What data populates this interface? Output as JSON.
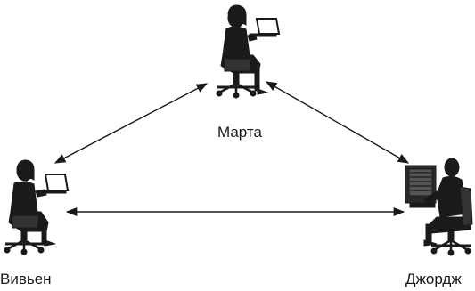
{
  "people": {
    "marta": {
      "name": "Марта"
    },
    "vivien": {
      "name": "Вивьен"
    },
    "george": {
      "name": "Джордж"
    }
  },
  "connections": [
    {
      "from": "vivien",
      "to": "marta",
      "bidirectional": true
    },
    {
      "from": "marta",
      "to": "george",
      "bidirectional": true
    },
    {
      "from": "vivien",
      "to": "george",
      "bidirectional": true
    }
  ],
  "colors": {
    "ink": "#1a1a1a",
    "background": "#ffffff"
  }
}
